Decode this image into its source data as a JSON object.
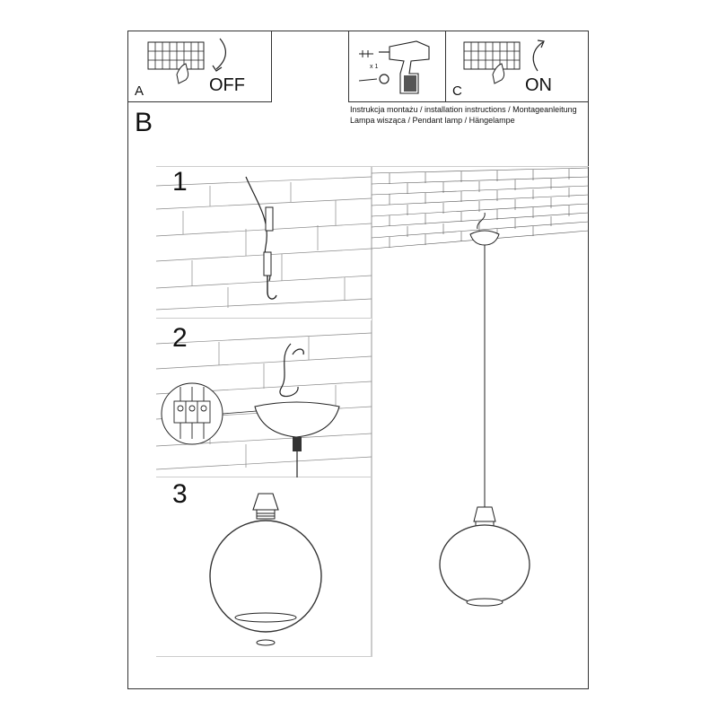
{
  "header": {
    "line1": "Instrukcja montażu / installation instructions / Montageanleitung",
    "line2": "Lampa wisząca / Pendant lamp / Hängelampe"
  },
  "panels": {
    "a": {
      "letter": "A",
      "action": "OFF"
    },
    "drill": {
      "quantity": "x 1"
    },
    "c": {
      "letter": "C",
      "action": "ON"
    }
  },
  "section_b": {
    "letter": "B"
  },
  "steps": [
    {
      "number": "1"
    },
    {
      "number": "2"
    },
    {
      "number": "3"
    }
  ]
}
